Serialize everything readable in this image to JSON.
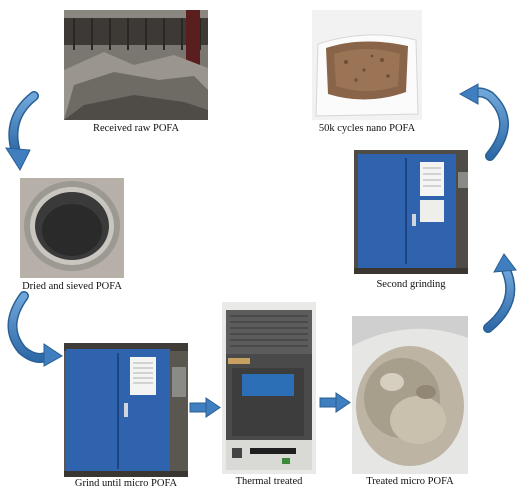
{
  "steps": [
    {
      "label": "Received raw POFA",
      "illustration": "raw-ash-pit-photo"
    },
    {
      "label": "Dried and sieved POFA",
      "illustration": "sieve-photo"
    },
    {
      "label": "Grind until micro POFA",
      "illustration": "grinding-machine-photo"
    },
    {
      "label": "Thermal treated",
      "illustration": "furnace-photo"
    },
    {
      "label": "Treated micro POFA",
      "illustration": "treated-powder-bag-photo"
    },
    {
      "label": "Second grinding",
      "illustration": "grinding-machine-photo"
    },
    {
      "label": "50k cycles nano POFA",
      "illustration": "nano-powder-bag-photo"
    }
  ],
  "colors": {
    "arrow": "#3f7fbf",
    "arrow_edge": "#2a5f94",
    "machine_blue": "#2a5fa8",
    "ash_grey": "#8f8c86"
  }
}
